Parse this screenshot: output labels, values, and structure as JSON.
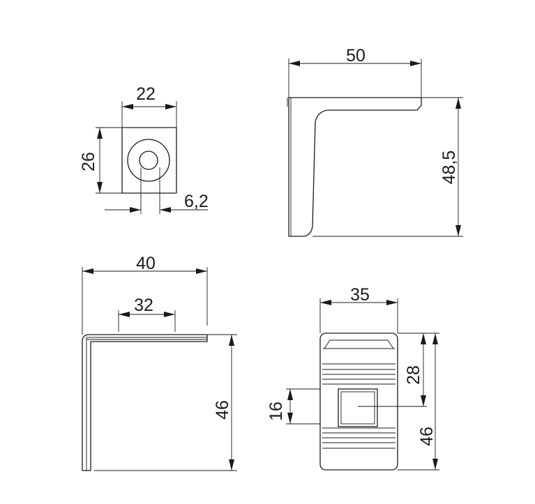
{
  "dimensions": {
    "top_left_width": "22",
    "top_left_height": "26",
    "top_left_hole": "6,2",
    "top_right_width": "50",
    "top_right_height": "48,5",
    "bottom_left_width": "40",
    "bottom_left_inner": "32",
    "bottom_left_height": "46",
    "bottom_right_width": "35",
    "bottom_right_height_upper": "28",
    "bottom_right_height_total": "46",
    "bottom_right_window": "16"
  }
}
